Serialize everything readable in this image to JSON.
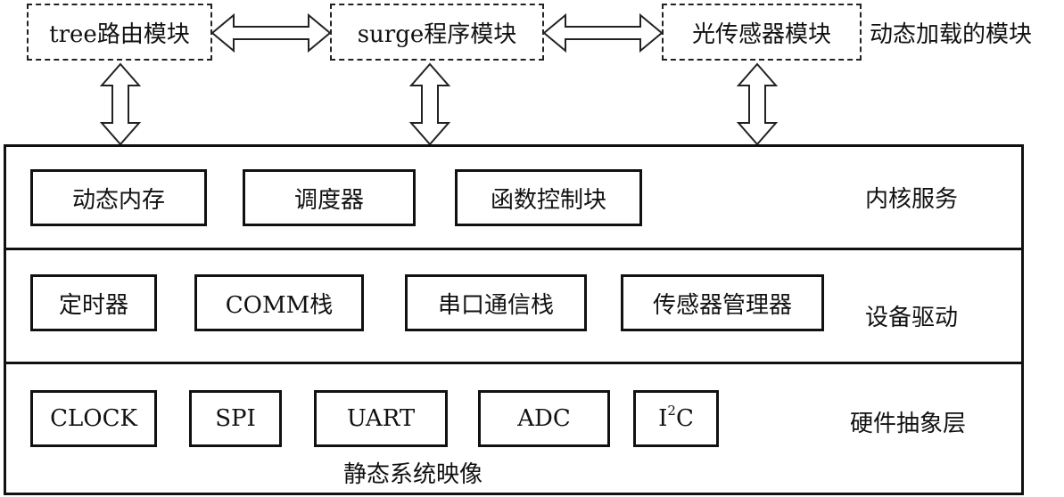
{
  "dynamic_modules": {
    "label": "动态加载的模块",
    "items": [
      {
        "id": "tree",
        "text": "tree路由模块"
      },
      {
        "id": "surge",
        "text": "surge程序模块"
      },
      {
        "id": "light",
        "text": "光传感器模块"
      }
    ]
  },
  "kernel_services": {
    "label": "内核服务",
    "items": [
      "动态内存",
      "调度器",
      "函数控制块"
    ]
  },
  "device_drivers": {
    "label": "设备驱动",
    "items": [
      "定时器",
      "COMM栈",
      "串口通信栈",
      "传感器管理器"
    ]
  },
  "hal": {
    "label": "硬件抽象层",
    "items": [
      "CLOCK",
      "SPI",
      "UART",
      "ADC"
    ],
    "i2c": {
      "base": "I",
      "sup": "2",
      "tail": "C"
    }
  },
  "static_image": {
    "label": "静态系统映像"
  }
}
